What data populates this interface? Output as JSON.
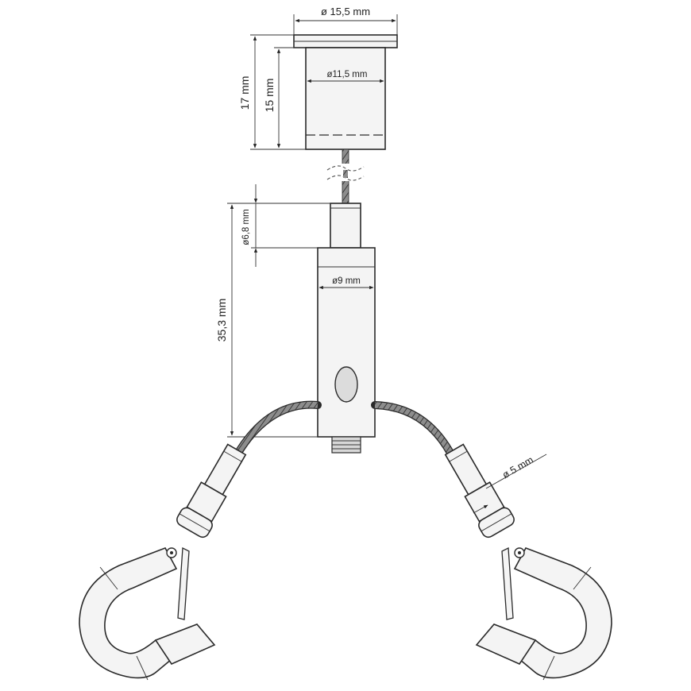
{
  "dimensions": {
    "cap_diameter": "ø 15,5 mm",
    "body_diameter": "ø11,5 mm",
    "total_height": "17 mm",
    "body_height": "15 mm",
    "sleeve_diameter": "ø6,8 mm",
    "gripper_diameter": "ø9 mm",
    "gripper_length": "35,3 mm",
    "ferrule_diameter": "ø 5 mm"
  },
  "colors": {
    "line": "#2a2a2a",
    "fill": "#f4f4f4",
    "background": "#ffffff"
  }
}
